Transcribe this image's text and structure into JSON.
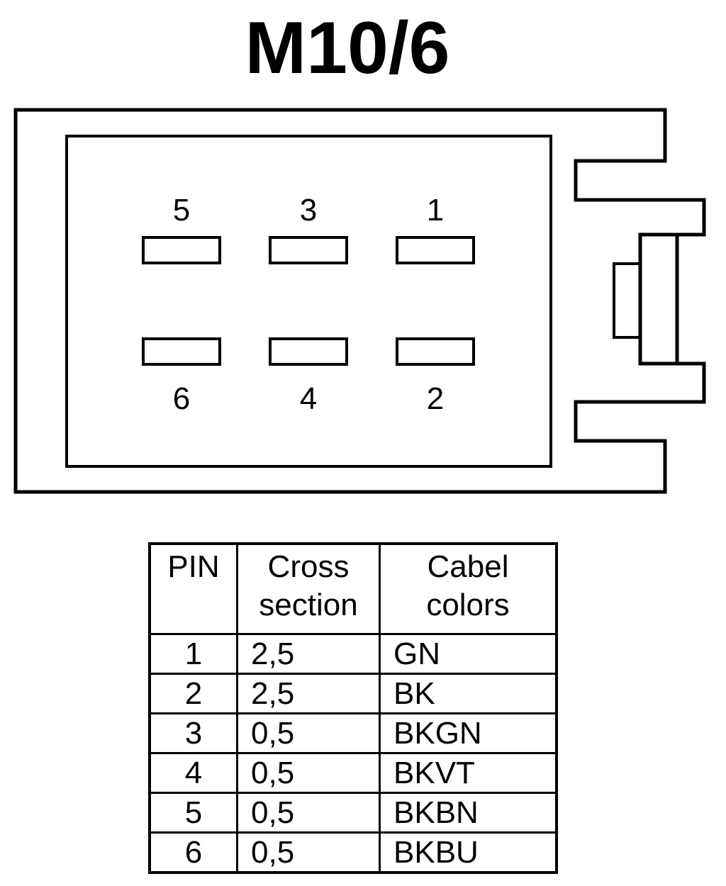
{
  "title": "M10/6",
  "pins_top": [
    "5",
    "3",
    "1"
  ],
  "pins_bottom": [
    "6",
    "4",
    "2"
  ],
  "table": {
    "headers": {
      "pin": "PIN",
      "cross_line1": "Cross",
      "cross_line2": "section",
      "color_line1": "Cabel",
      "color_line2": "colors"
    },
    "rows": [
      {
        "pin": "1",
        "cross_section": "2,5",
        "color": "GN"
      },
      {
        "pin": "2",
        "cross_section": "2,5",
        "color": "BK"
      },
      {
        "pin": "3",
        "cross_section": "0,5",
        "color": "BKGN"
      },
      {
        "pin": "4",
        "cross_section": "0,5",
        "color": "BKVT"
      },
      {
        "pin": "5",
        "cross_section": "0,5",
        "color": "BKBN"
      },
      {
        "pin": "6",
        "cross_section": "0,5",
        "color": "BKBU"
      }
    ]
  }
}
